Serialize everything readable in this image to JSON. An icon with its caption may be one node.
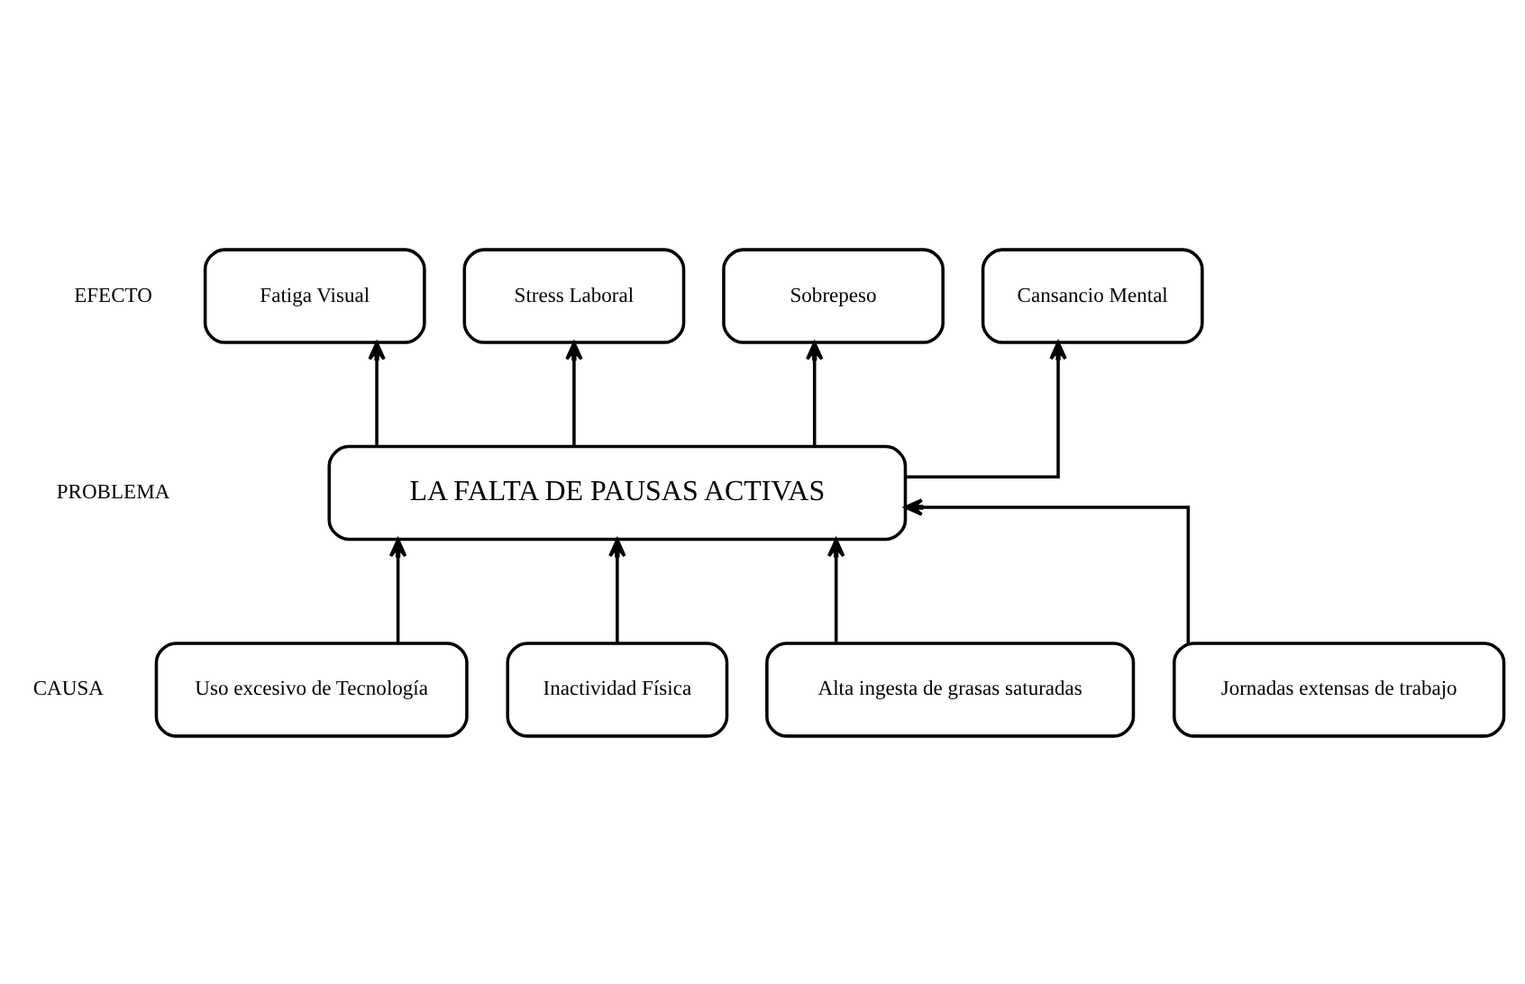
{
  "diagram": {
    "nodes": [
      {
        "text": [
          "Fatiga Visual"
        ]
      },
      {
        "text": [
          "Stress Laboral"
        ]
      },
      {
        "text": [
          "Sobrepeso"
        ]
      },
      {
        "text": [
          "Cansancio Mental"
        ]
      },
      {
        "text": [
          "LA FALTA DE PAUSAS ACTIVAS"
        ]
      },
      {
        "text": [
          "Uso excesivo de Tecnología"
        ]
      },
      {
        "text": [
          "Inactividad Física"
        ]
      },
      {
        "text": [
          "Alta ingesta de grasas saturadas"
        ]
      },
      {
        "text": [
          "Jornadas extensas de trabajo"
        ]
      }
    ],
    "edges": [
      {
        "from": 5,
        "to": 4,
        "arrow": "to"
      },
      {
        "from": 6,
        "to": 4,
        "arrow": "to"
      },
      {
        "from": 7,
        "to": 4,
        "arrow": "to"
      },
      {
        "from": 8,
        "to": 4,
        "arrow": "to"
      },
      {
        "from": 4,
        "to": 0,
        "arrow": "to"
      },
      {
        "from": 4,
        "to": 1,
        "arrow": "to"
      },
      {
        "from": 4,
        "to": 2,
        "arrow": "to"
      },
      {
        "from": 4,
        "to": 3,
        "arrow": "to"
      }
    ],
    "labels": [
      "EFECTO",
      "PROBLEMA",
      "CAUSA"
    ]
  }
}
